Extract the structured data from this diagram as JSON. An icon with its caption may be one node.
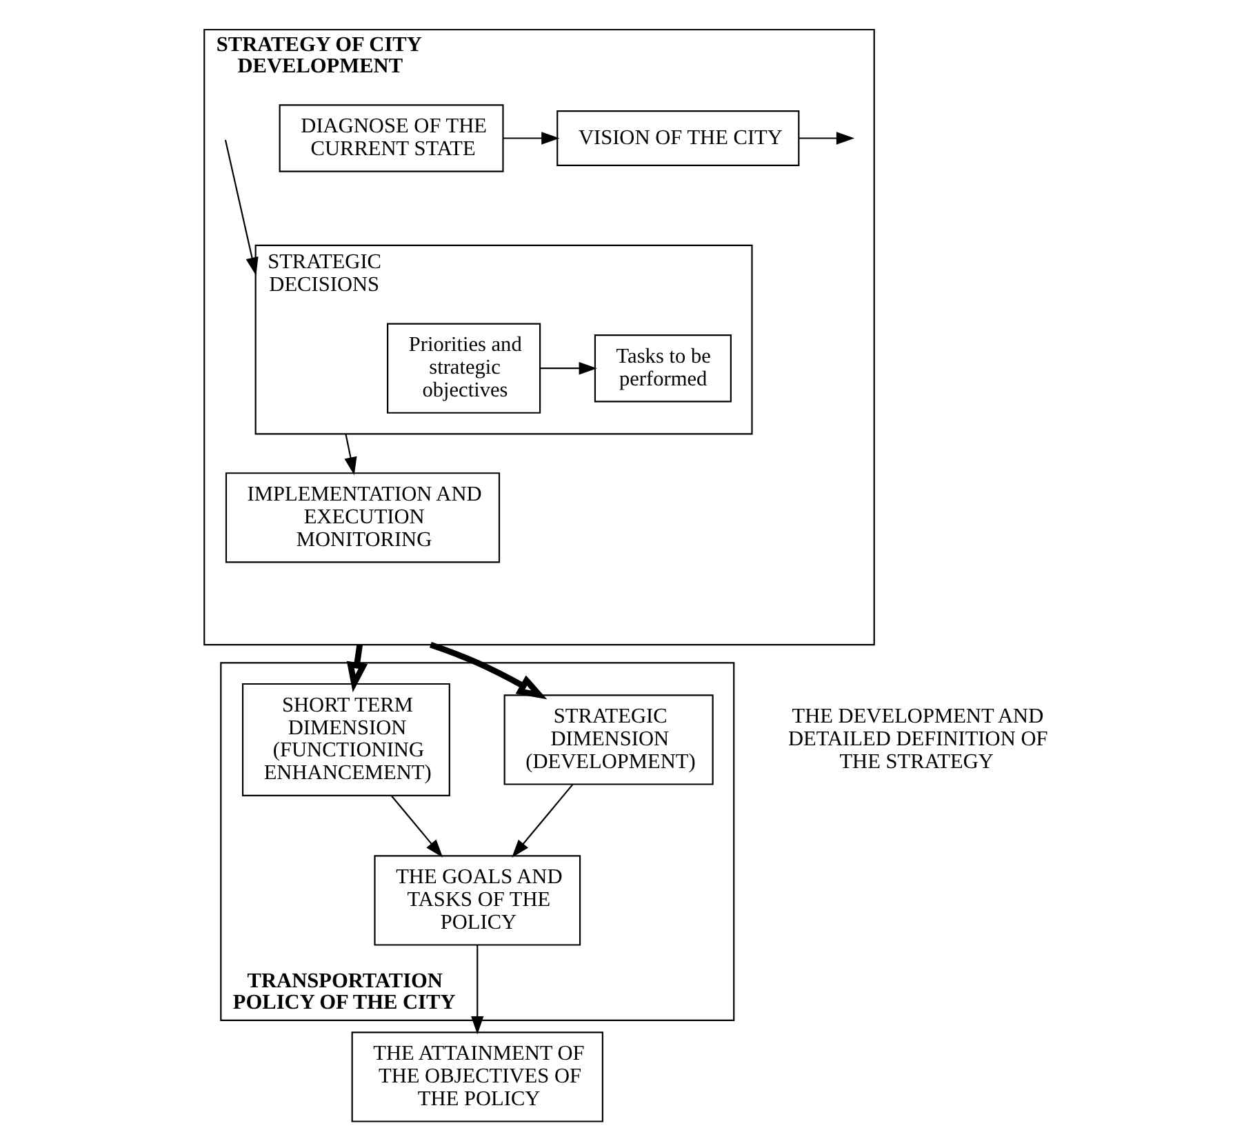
{
  "diagram": {
    "nodes": [
      {
        "text": [
          "STRATEGY OF CITY DEVELOPMENT"
        ]
      },
      {
        "text": [
          "DIAGNOSE OF THE CURRENT STATE"
        ],
        "in": 0
      },
      {
        "text": [
          "VISION OF THE CITY"
        ],
        "in": 0
      },
      {
        "text": [
          "STRATEGIC DECISIONS"
        ],
        "in": 0
      },
      {
        "text": [
          "Priorities and strategic objectives"
        ],
        "in": 3
      },
      {
        "text": [
          "Tasks to be performed"
        ],
        "in": 3
      },
      {
        "text": [
          "IMPLEMENTATION AND EXECUTION MONITORING"
        ],
        "in": 0
      },
      {
        "text": [
          "TRANSPORTATION POLICY OF THE CITY"
        ]
      },
      {
        "text": [
          "STRATEGIC DIMENSION (DEVELOPMENT)"
        ],
        "in": 7
      },
      {
        "text": [
          "SHORT TERM DIMENSION (FUNCTIONING ENHANCEMENT)"
        ],
        "in": 7
      },
      {
        "text": [
          "THE GOALS AND TASKS OF THE POLICY"
        ],
        "in": 7
      },
      {
        "text": [
          "THE ATTAINMENT OF THE OBJECTIVES OF THE POLICY"
        ]
      }
    ],
    "edges": [
      {
        "from": 1,
        "to": 2,
        "arrow": "to"
      },
      {
        "from": 2,
        "to": null,
        "arrow": "to"
      },
      {
        "from": null,
        "to": 3,
        "arrow": "to"
      },
      {
        "from": 4,
        "to": 5,
        "arrow": "to"
      },
      {
        "from": 3,
        "to": 6,
        "arrow": "to"
      },
      {
        "from": 0,
        "to": 8,
        "arrow": "to",
        "style": "thick"
      },
      {
        "from": 0,
        "to": 9,
        "arrow": "to",
        "style": "thick"
      },
      {
        "from": 8,
        "to": 10,
        "arrow": "to"
      },
      {
        "from": 9,
        "to": 10,
        "arrow": "to"
      },
      {
        "from": 10,
        "to": 11,
        "arrow": "to"
      }
    ],
    "labels": [
      "THE DEVELOPMENT AND DETAILED DEFINITION OF THE STRATEGY"
    ]
  }
}
